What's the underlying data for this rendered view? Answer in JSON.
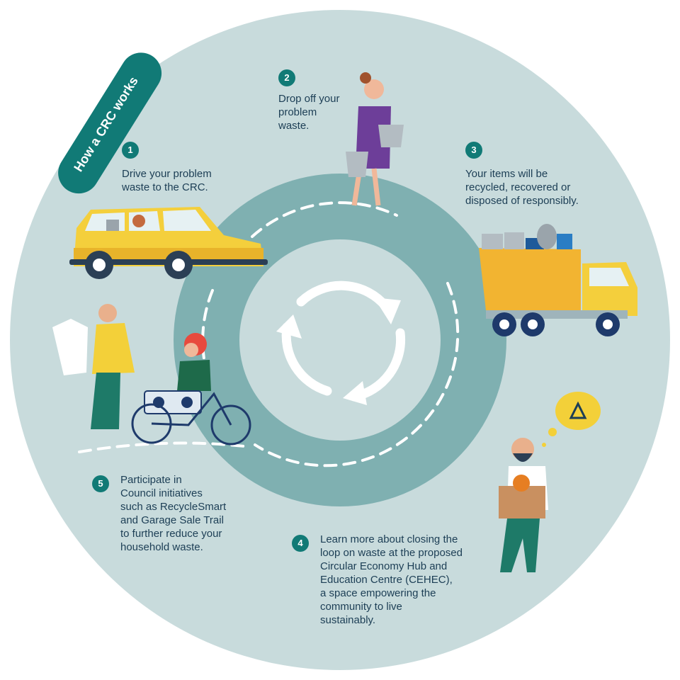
{
  "title": "How a CRC works",
  "colors": {
    "page_background": "#ffffff",
    "outer_disc": "#c8dbdc",
    "ring": "#7fb0b1",
    "inner_disc": "#c8dbdc",
    "accent_teal": "#117a76",
    "text": "#1c3e55",
    "car_yellow": "#f4cf3c",
    "truck_orange": "#f2b431"
  },
  "steps": [
    {
      "number": "1",
      "text": "Drive your problem\nwaste to the CRC."
    },
    {
      "number": "2",
      "text": "Drop off your\nproblem\nwaste."
    },
    {
      "number": "3",
      "text": "Your items will be\nrecycled, recovered or\ndisposed of responsibly."
    },
    {
      "number": "4",
      "text": "Learn more about closing the\nloop on waste at the proposed\nCircular Economy Hub and\nEducation Centre (CEHEC),\na space empowering the\ncommunity to live\nsustainably."
    },
    {
      "number": "5",
      "text": "Participate in\nCouncil initiatives\nsuch as RecycleSmart\nand Garage Sale Trail\nto further reduce your\nhousehold waste."
    }
  ],
  "icons": {
    "cycle": "cycle-arrows-icon",
    "recycle": "recycle-icon"
  }
}
